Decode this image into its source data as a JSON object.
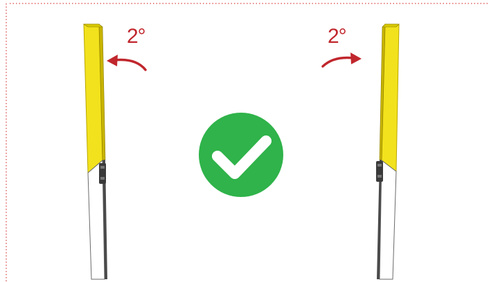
{
  "labels": {
    "left_angle": "2°",
    "right_angle": "2°"
  },
  "colors": {
    "accent_red": "#c0272d",
    "frame_dotted": "#e06060",
    "post_yellow": "#f2e21d",
    "post_yellow_edge": "#c8b400",
    "post_white": "#ffffff",
    "post_outline": "#555555",
    "rod_dark": "#4a4a4a",
    "check_green": "#2fb34a",
    "check_mark": "#ffffff"
  },
  "icons": {
    "center": "check-circle-icon",
    "left_arrow": "rotate-left-arrow-icon",
    "right_arrow": "rotate-right-arrow-icon"
  },
  "tilt": {
    "left_post_degrees": -2,
    "right_post_degrees": 2
  }
}
